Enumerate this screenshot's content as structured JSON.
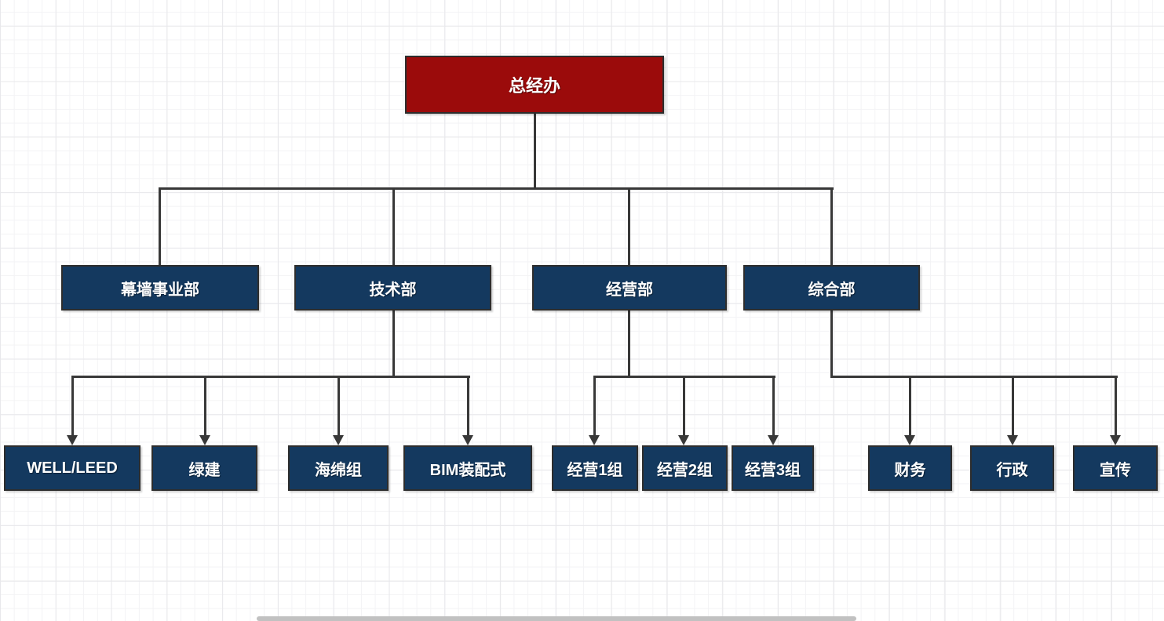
{
  "diagram": {
    "type": "org-chart",
    "nodes": {
      "root": "总经办",
      "departments": [
        "幕墙事业部",
        "技术部",
        "经营部",
        "综合部"
      ],
      "tech_teams": [
        "WELL/LEED",
        "绿建",
        "海绵组",
        "BIM装配式"
      ],
      "operations_teams": [
        "经营1组",
        "经营2组",
        "经营3组"
      ],
      "general_teams": [
        "财务",
        "行政",
        "宣传"
      ]
    },
    "hierarchy": {
      "总经办": [
        "幕墙事业部",
        "技术部",
        "经营部",
        "综合部"
      ],
      "技术部": [
        "WELL/LEED",
        "绿建",
        "海绵组",
        "BIM装配式"
      ],
      "经营部": [
        "经营1组",
        "经营2组",
        "经营3组"
      ],
      "综合部": [
        "财务",
        "行政",
        "宣传"
      ]
    },
    "colors": {
      "root_fill": "#9b0b0b",
      "department_fill": "#14395f",
      "node_border": "#2d2d2d",
      "connector_line": "#383838",
      "node_text": "#ffffff",
      "grid_minor": "#f3f3f5",
      "grid_major": "#e8e8eb",
      "canvas_background": "#ffffff",
      "scrollbar_thumb": "#c1c1c1"
    }
  }
}
